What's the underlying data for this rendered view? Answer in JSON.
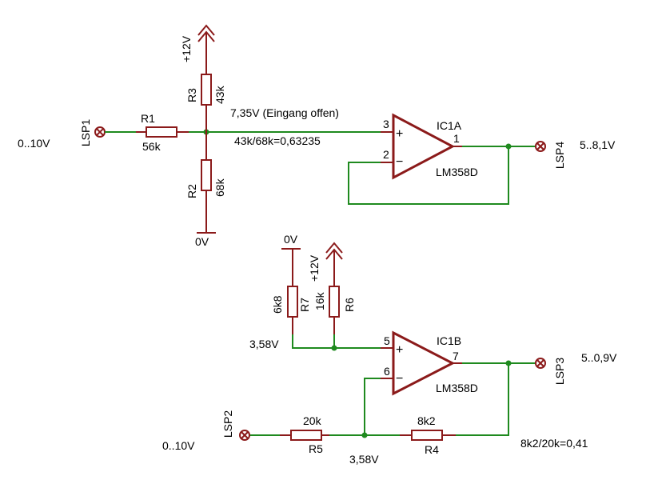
{
  "labels": {
    "in1": "0..10V",
    "in2": "0..10V",
    "out1": "5..8,1V",
    "out2": "5..0,9V",
    "note_open": "7,35V (Eingang offen)",
    "note_ratio1": "43k/68k=0,63235",
    "note_ratio2": "8k2/20k=0,41",
    "v_bias": "3,58V",
    "v_node2": "3,58V",
    "gnd1": "0V",
    "gnd2": "0V",
    "vcc1": "+12V",
    "vcc2": "+12V"
  },
  "connectors": {
    "lsp1": "LSP1",
    "lsp2": "LSP2",
    "lsp3": "LSP3",
    "lsp4": "LSP4"
  },
  "resistors": {
    "r1": {
      "name": "R1",
      "value": "56k"
    },
    "r2": {
      "name": "R2",
      "value": "68k"
    },
    "r3": {
      "name": "R3",
      "value": "43k"
    },
    "r4": {
      "name": "R4",
      "value": "8k2"
    },
    "r5": {
      "name": "R5",
      "value": "20k"
    },
    "r6": {
      "name": "R6",
      "value": "16k"
    },
    "r7": {
      "name": "R7",
      "value": "6k8"
    }
  },
  "opamps": {
    "ic1a": {
      "name": "IC1A",
      "type": "LM358D",
      "plus": "+",
      "minus": "−",
      "pin_in_plus": "3",
      "pin_in_minus": "2",
      "pin_out": "1"
    },
    "ic1b": {
      "name": "IC1B",
      "type": "LM358D",
      "plus": "+",
      "minus": "−",
      "pin_in_plus": "5",
      "pin_in_minus": "6",
      "pin_out": "7"
    }
  },
  "colors": {
    "wire": "#1f8a1f",
    "component": "#8b1a1a"
  }
}
